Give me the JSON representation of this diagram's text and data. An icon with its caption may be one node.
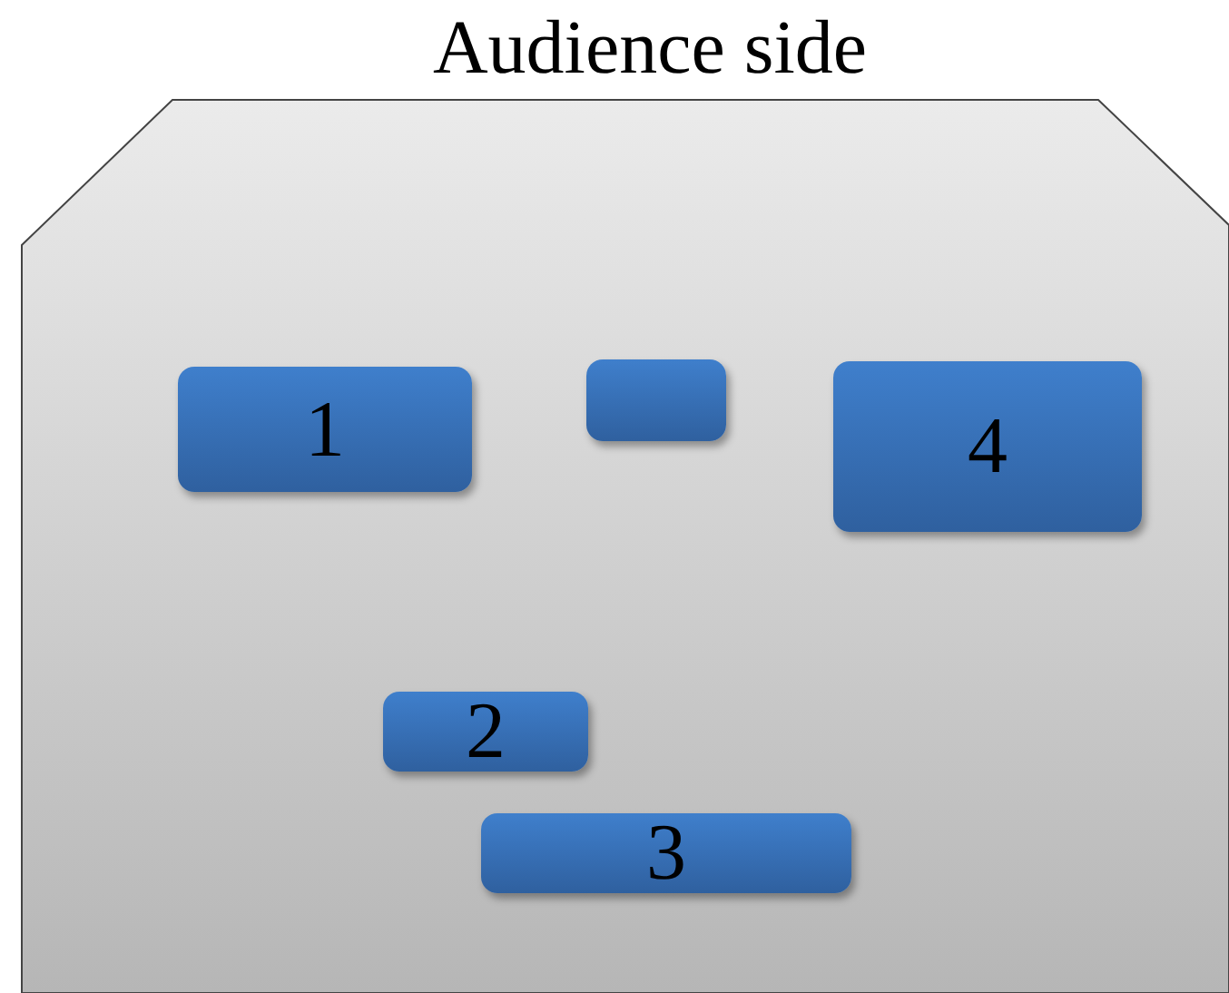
{
  "diagram": {
    "nodes": [
      {
        "text": [
          "Audience side"
        ]
      },
      {
        "text": [
          "1"
        ],
        "in": 0
      },
      {
        "text": [],
        "shape": "box",
        "in": 0
      },
      {
        "text": [
          "4"
        ],
        "in": 0
      },
      {
        "text": [
          "2"
        ],
        "in": 0
      },
      {
        "text": [
          "3"
        ],
        "in": 0
      }
    ]
  }
}
